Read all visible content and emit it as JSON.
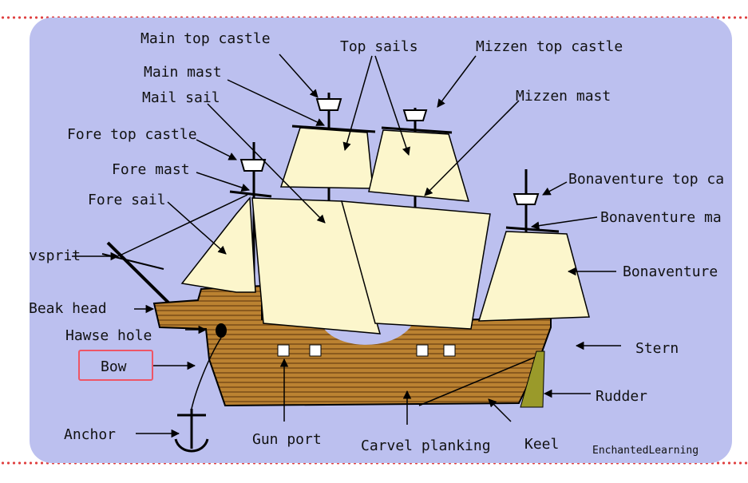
{
  "labels": {
    "main_top_castle": "Main top castle",
    "top_sails": "Top sails",
    "mizzen_top_castle": "Mizzen top castle",
    "main_mast": "Main mast",
    "mail_sail": "Mail sail",
    "mizzen_mast": "Mizzen mast",
    "fore_top_castle": "Fore top castle",
    "fore_mast": "Fore mast",
    "bonaventure_top_castle": "Bonaventure top ca",
    "fore_sail": "Fore sail",
    "bonaventure_mast": "Bonaventure ma",
    "bowsprit": "vsprit",
    "bonaventure_sail": "Bonaventure",
    "beak_head": "Beak head",
    "hawse_hole": "Hawse hole",
    "stern": "Stern",
    "bow": "Bow",
    "rudder": "Rudder",
    "anchor": "Anchor",
    "gun_port": "Gun port",
    "carvel_planking": "Carvel planking",
    "keel": "Keel",
    "credit": "EnchantedLearning"
  },
  "colors": {
    "background": "#bcc0ef",
    "hull": "#b9802f",
    "sail": "#fcf6cc",
    "rudder": "#9a9a2a",
    "highlight": "#ee5566"
  }
}
